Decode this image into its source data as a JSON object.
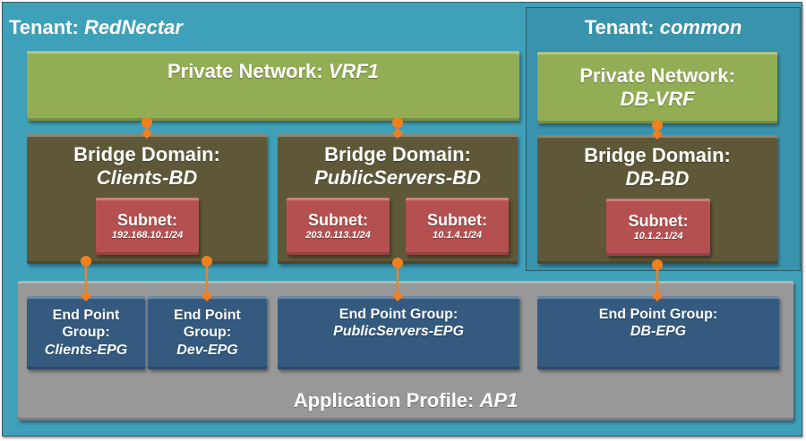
{
  "tenants": [
    {
      "label": "Tenant:",
      "name": "RedNectar"
    },
    {
      "label": "Tenant:",
      "name": "common"
    }
  ],
  "private_networks": [
    {
      "label": "Private Network:",
      "name": "VRF1"
    },
    {
      "label": "Private Network:",
      "name": "DB-VRF"
    }
  ],
  "bridge_domains": [
    {
      "label": "Bridge Domain:",
      "name": "Clients-BD"
    },
    {
      "label": "Bridge Domain:",
      "name": "PublicServers-BD"
    },
    {
      "label": "Bridge Domain:",
      "name": "DB-BD"
    }
  ],
  "subnets": [
    {
      "label": "Subnet:",
      "address": "192.168.10.1/24"
    },
    {
      "label": "Subnet:",
      "address": "203.0.113.1/24"
    },
    {
      "label": "Subnet:",
      "address": "10.1.4.1/24"
    },
    {
      "label": "Subnet:",
      "address": "10.1.2.1/24"
    }
  ],
  "epgs": [
    {
      "label_line1": "End Point",
      "label_line2": "Group:",
      "name": "Clients-EPG"
    },
    {
      "label_line1": "End Point",
      "label_line2": "Group:",
      "name": "Dev-EPG"
    },
    {
      "label": "End Point Group:",
      "name": "PublicServers-EPG"
    },
    {
      "label": "End Point Group:",
      "name": "DB-EPG"
    }
  ],
  "app_profile": {
    "label": "Application Profile:",
    "name": "AP1"
  },
  "colors": {
    "tenant": "#3fa0b9",
    "private_network": "#93ad55",
    "bridge_domain": "#5f5838",
    "subnet": "#b55050",
    "epg": "#345a80",
    "app_profile": "#989898",
    "connector": "#f07f1e"
  }
}
